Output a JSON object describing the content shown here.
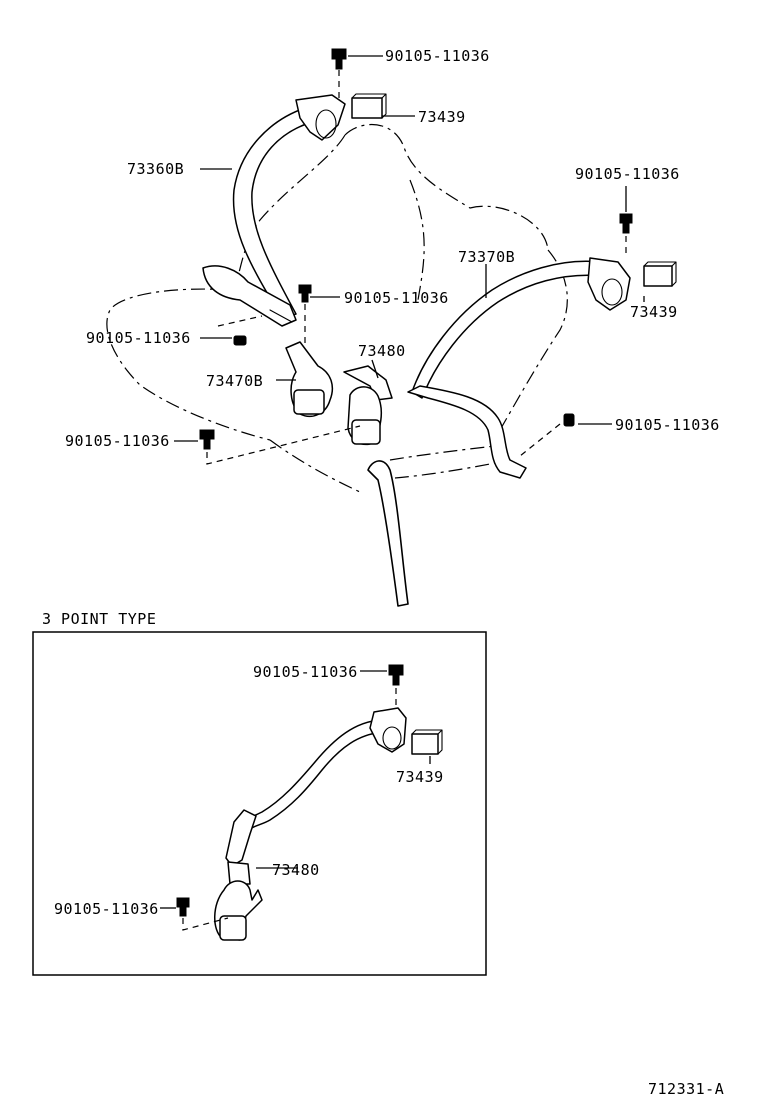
{
  "labels": {
    "bolt_top": "90105-11036",
    "cover_top": "73439",
    "belt_left": "73360B",
    "bolt_right_top": "90105-11036",
    "belt_right": "73370B",
    "cover_right": "73439",
    "bolt_center": "90105-11036",
    "bolt_left_anchor": "90105-11036",
    "buckle_center": "73480",
    "buckle_left": "73470B",
    "bolt_right_anchor": "90105-11036",
    "bolt_left_floor": "90105-11036"
  },
  "inset": {
    "title": "3 POINT TYPE",
    "bolt_top": "90105-11036",
    "cover": "73439",
    "buckle": "73480",
    "bolt_floor": "90105-11036"
  },
  "figure_code": "712331-A"
}
